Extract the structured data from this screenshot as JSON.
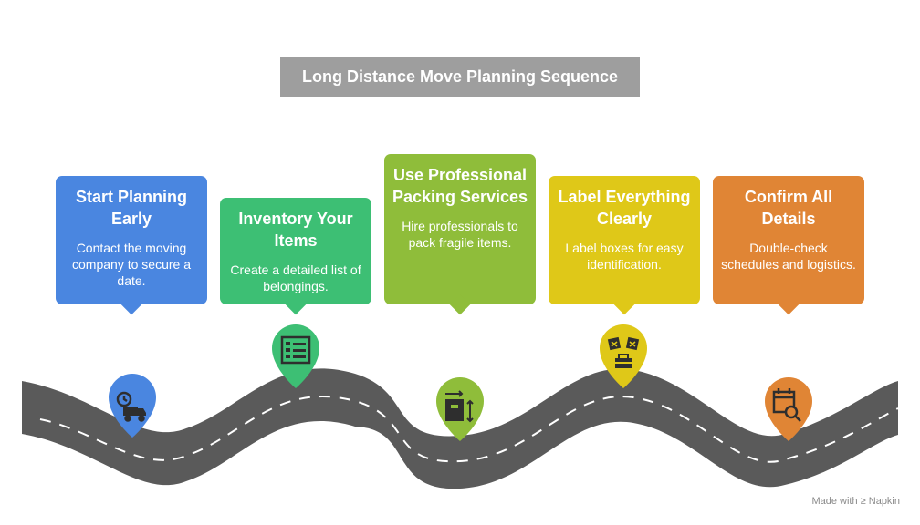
{
  "title": "Long Distance Move Planning Sequence",
  "colors": {
    "title_bg": "#9e9e9e",
    "road": "#5a5a5a",
    "road_dash": "#ffffff"
  },
  "steps": [
    {
      "title": "Start Planning Early",
      "description": "Contact the moving company to secure a date.",
      "color": "#4a86e0",
      "icon": "clock-truck-icon"
    },
    {
      "title": "Inventory Your Items",
      "description": "Create a detailed list of belongings.",
      "color": "#3dbf74",
      "icon": "checklist-icon"
    },
    {
      "title": "Use Professional Packing Services",
      "description": "Hire professionals to pack fragile items.",
      "color": "#8fbd3a",
      "icon": "box-resize-icon"
    },
    {
      "title": "Label Everything Clearly",
      "description": "Label boxes for easy identification.",
      "color": "#dfc818",
      "icon": "label-boxes-icon"
    },
    {
      "title": "Confirm All Details",
      "description": "Double-check schedules and logistics.",
      "color": "#e08535",
      "icon": "calendar-search-icon"
    }
  ],
  "footer": "Made with ≥ Napkin"
}
